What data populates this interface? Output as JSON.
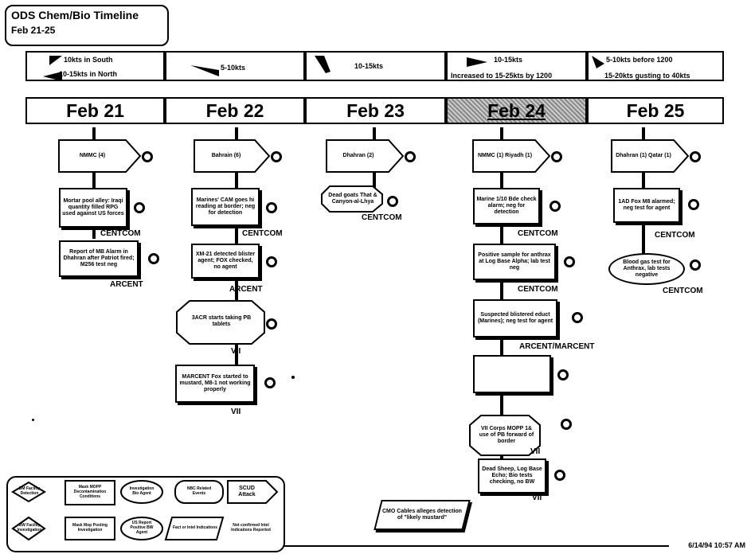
{
  "header": {
    "title": "ODS Chem/Bio Timeline",
    "subtitle": "Feb 21-25"
  },
  "days": [
    {
      "date": "Feb 21",
      "wind_top": "10kts in South",
      "wind_bottom": "10-15kts in North"
    },
    {
      "date": "Feb 22",
      "wind_top": "5-10kts",
      "wind_bottom": ""
    },
    {
      "date": "Feb 23",
      "wind_top": "10-15kts",
      "wind_bottom": ""
    },
    {
      "date": "Feb 24",
      "wind_top": "10-15kts",
      "wind_bottom": "Increased to 15-25kts by 1200"
    },
    {
      "date": "Feb 25",
      "wind_top": "5-10kts before 1200",
      "wind_bottom": "15-20kts gusting to 40kts"
    }
  ],
  "events": {
    "c1_launch": "NMMC (4)",
    "c1_n1": "Mortar pool alley: Iraqi quantity filled RPG used against US forces",
    "c1_n2": "Report of MB Alarm in Dhahran after Patriot fired; M256 test neg",
    "c2_launch": "Bahrain (6)",
    "c2_n1": "Marines' CAM goes hi reading at border; neg for detection",
    "c2_n2": "XM-21 detected blister agent; FOX checked, no agent",
    "c2_n3": "3ACR starts taking PB tablets",
    "c2_n4": "MARCENT Fox started to mustard, M8-1 not working properly",
    "c3_launch": "Dhahran (2)",
    "c3_n1": "Dead goats That & Canyon-al-Lhya",
    "c4_launch": "NMMC (1) Riyadh (1)",
    "c4_n1": "Marine 1/10 Bde check alarm; neg for detection",
    "c4_n2": "Positive sample for anthrax at Log Base Alpha; lab test neg",
    "c4_n3": "Suspected blistered educt (Marines); neg test for agent",
    "c4_n5": "VII Corps MOPP 1& use of PB forward of border",
    "c4_n6": "Dead Sheep, Log Base Echo; Bio tests checking, no BW",
    "c5_launch": "Dhahran (1) Qatar (1)",
    "c5_n1": "1AD Fox M8 alarmed; neg test for agent",
    "c5_n2": "Blood gas test for Anthrax, lab tests negative",
    "cmd_note": "CMO Cables alleges detection of \"likely mustard\""
  },
  "orgs": {
    "c1a": "CENTCOM",
    "c1b": "ARCENT",
    "c2a": "CENTCOM",
    "c2b": "ARCENT",
    "c2c": "VII",
    "c2d": "VII",
    "c3a": "CENTCOM",
    "c4a": "CENTCOM",
    "c4b": "CENTCOM",
    "c4c": "ARCENT/MARCENT",
    "c4d": "VII",
    "c4e": "VII",
    "c5a": "CENTCOM",
    "c5b": "CENTCOM"
  },
  "legend": {
    "l1": "BM Facility Detection",
    "l2": "Mask MOPP Decontamination Conditions",
    "l3": "Investigation Bio Agent",
    "l4": "NBC Related Events",
    "l5": "SCUD Attack",
    "l6": "BW Facility Investigation",
    "l7": "Mask Mop Posting Investigation",
    "l8": "US Report Positive BW Agent",
    "l9": "Fact or Intel Indications",
    "l10": "Not confirmed Intel Indications Reported"
  },
  "timestamp": "6/14/94 10:57 AM"
}
